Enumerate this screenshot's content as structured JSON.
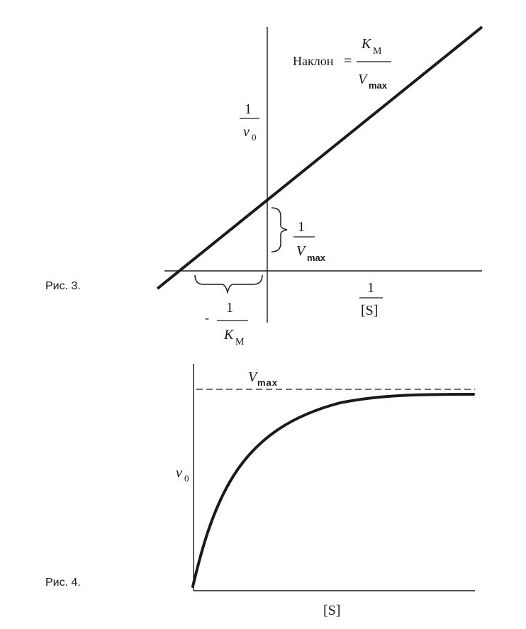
{
  "figure3": {
    "caption": "Рис. 3.",
    "slope_label": "Наклон",
    "equals": "=",
    "slope_numerator": "K",
    "slope_numerator_sub": "M",
    "slope_denominator": "V",
    "slope_denominator_sub": "max",
    "y_numerator": "1",
    "y_denominator": "v",
    "y_denominator_sub": "0",
    "intercept_numerator": "1",
    "intercept_denominator": "V",
    "intercept_denominator_sub": "max",
    "x_numerator": "1",
    "x_denominator": "[S]",
    "x_intercept_minus": "-",
    "x_intercept_numerator": "1",
    "x_intercept_denominator": "K",
    "x_intercept_denominator_sub": "M"
  },
  "figure4": {
    "caption": "Рис. 4.",
    "asymptote_label": "V",
    "asymptote_sub": "max",
    "y_label": "v",
    "y_sub": "0",
    "x_label": "[S]"
  },
  "colors": {
    "ink": "#1a1a1a",
    "background": "#ffffff"
  }
}
